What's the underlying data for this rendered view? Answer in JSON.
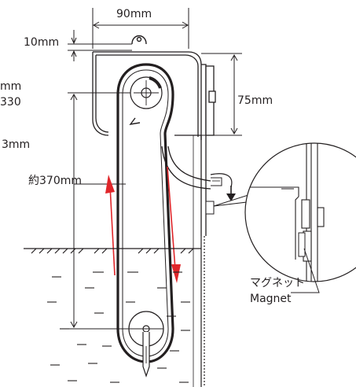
{
  "dimensions": {
    "width_label": "90mm",
    "top_label": "10mm",
    "frame_label": "75mm",
    "height_label": "約370mm",
    "left_cut_1": "mm",
    "left_cut_2": "330",
    "left_cut_3": "3mm"
  },
  "callout": {
    "label_ja": "マグネット",
    "label_en": "Magnet"
  },
  "colors": {
    "line": "#231f20",
    "arrow_red": "#e0262a",
    "background": "#ffffff"
  },
  "icons": {
    "pulley": "pulley-icon",
    "magnet": "magnet-icon",
    "down_arrow": "down-arrow-icon"
  }
}
